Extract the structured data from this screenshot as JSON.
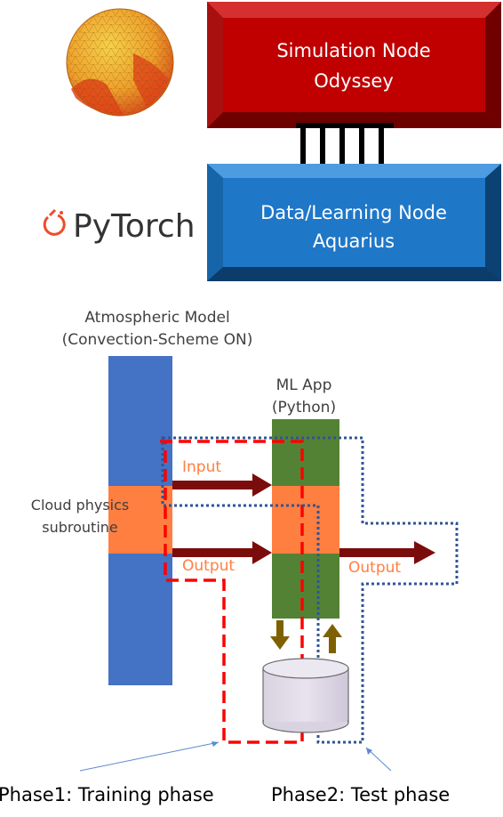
{
  "top": {
    "simulation_node": {
      "line1": "Simulation Node",
      "line2": "Odyssey",
      "color": "#C00000"
    },
    "data_node": {
      "line1": "Data/Learning Node",
      "line2": "Aquarius",
      "color": "#1F77C8"
    },
    "pytorch_label": "PyTorch",
    "pytorch_color": "#EE4C2C"
  },
  "diagram": {
    "atmos_title_line1": "Atmospheric Model",
    "atmos_title_line2": "(Convection-Scheme ON)",
    "ml_title_line1": "ML App",
    "ml_title_line2": "(Python)",
    "cloud_label_line1": "Cloud physics",
    "cloud_label_line2": "subroutine",
    "input_label": "Input",
    "output_label_left": "Output",
    "output_label_right": "Output",
    "phase1_label": "Phase1: Training phase",
    "phase2_label": "Phase2: Test phase",
    "colors": {
      "atmos_blue": "#4472C4",
      "orange": "#FF7F41",
      "ml_green": "#548235",
      "arrow_dark": "#7B0C0C",
      "arrow_brown": "#7F6000",
      "phase1_red": "#FF0000",
      "phase2_blue": "#2F5597",
      "label_orange": "#FF7F41"
    }
  }
}
